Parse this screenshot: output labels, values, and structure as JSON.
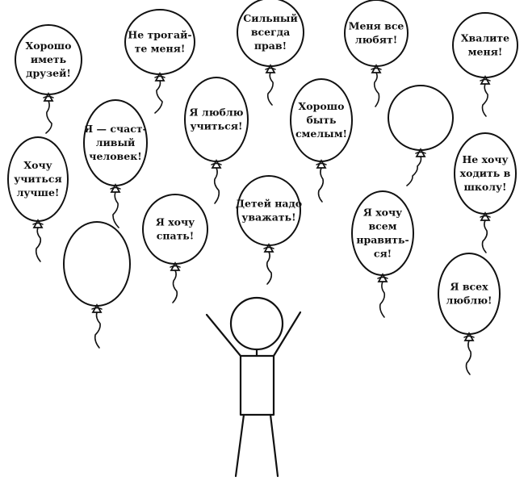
{
  "balloons": [
    {
      "id": "horosho-imet-druzey",
      "lines": [
        "Хорошо",
        "иметь",
        "друзей!"
      ]
    },
    {
      "id": "ne-trogayte-menya",
      "lines": [
        "Не трогай-",
        "те меня!"
      ]
    },
    {
      "id": "silny-vsegda-prav",
      "lines": [
        "Сильный",
        "всегда",
        "прав!"
      ]
    },
    {
      "id": "menya-vse-lyubyat",
      "lines": [
        "Меня все",
        "любят!"
      ]
    },
    {
      "id": "hvalite-menya",
      "lines": [
        "Хвалите",
        "меня!"
      ]
    },
    {
      "id": "ya-lyublyu-uchitsya",
      "lines": [
        "Я люблю",
        "учиться!"
      ]
    },
    {
      "id": "horosho-byt-smelym",
      "lines": [
        "Хорошо",
        "быть",
        "смелым!"
      ]
    },
    {
      "id": "blank-right",
      "lines": []
    },
    {
      "id": "ya-schastlivy-chelovek",
      "lines": [
        "Я — счаст-",
        "ливый",
        "человек!"
      ]
    },
    {
      "id": "hochu-uchitsya-luchshe",
      "lines": [
        "Хочу",
        "учиться",
        "лучше!"
      ]
    },
    {
      "id": "ne-hochu-hodit-v-shkolu",
      "lines": [
        "Не хочу",
        "ходить в",
        "школу!"
      ]
    },
    {
      "id": "detey-nado-uvazhat",
      "lines": [
        "Детей надо",
        "уважать!"
      ]
    },
    {
      "id": "ya-hochu-spat",
      "lines": [
        "Я хочу",
        "спать!"
      ]
    },
    {
      "id": "blank-left",
      "lines": []
    },
    {
      "id": "ya-hochu-vsem-nravitsya",
      "lines": [
        "Я хочу",
        "всем",
        "нравить-",
        "ся!"
      ]
    },
    {
      "id": "ya-vseh-lyublyu",
      "lines": [
        "Я всех",
        "люблю!"
      ]
    }
  ]
}
